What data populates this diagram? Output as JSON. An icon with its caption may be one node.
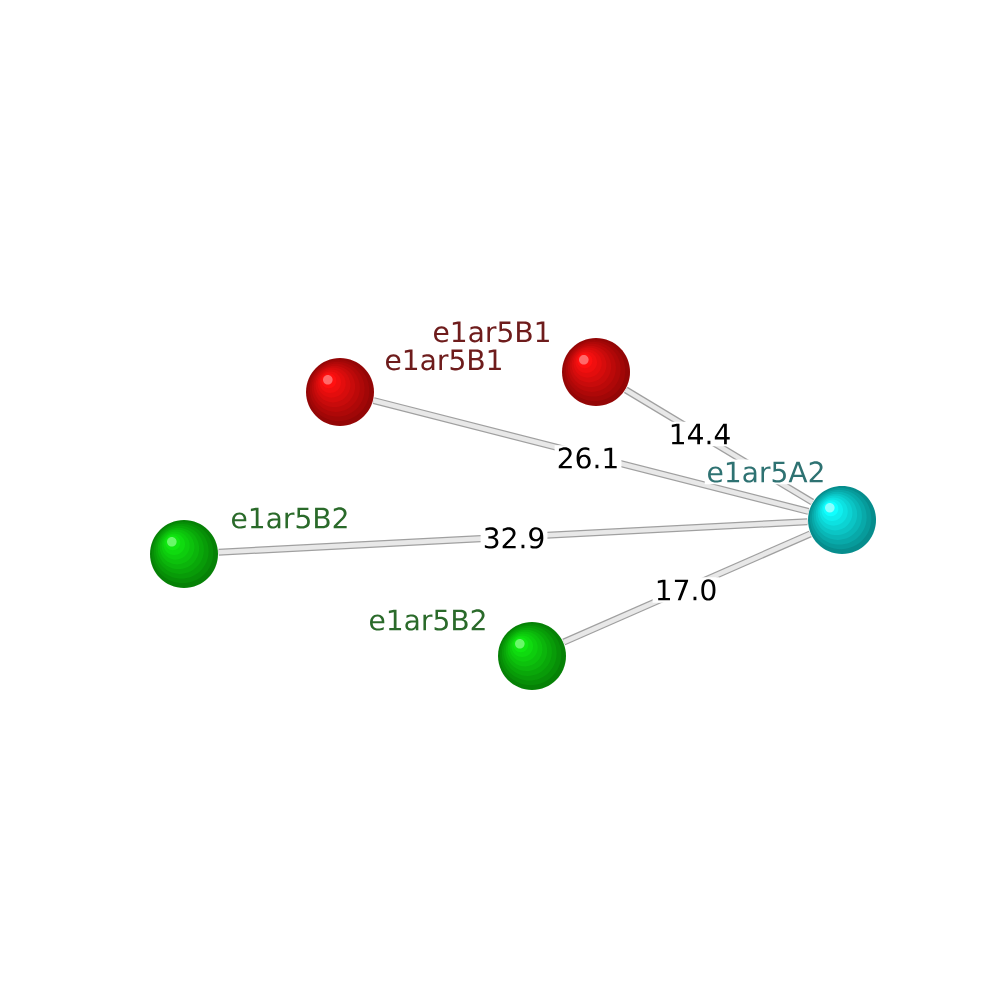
{
  "diagram": {
    "nodes": [
      {
        "text": [],
        "shape": "circle",
        "beside": [
          "e1ar5B1"
        ]
      },
      {
        "text": [],
        "shape": "circle",
        "beside": [
          "e1ar5B1"
        ]
      },
      {
        "text": [],
        "shape": "circle",
        "beside": [
          "e1ar5A2"
        ]
      },
      {
        "text": [],
        "shape": "circle",
        "beside": [
          "e1ar5B2"
        ]
      },
      {
        "text": [],
        "shape": "circle",
        "beside": [
          "e1ar5B2"
        ]
      }
    ],
    "edges": [
      {
        "from": 2,
        "to": 0,
        "arrow": "none",
        "label": "14.4"
      },
      {
        "from": 2,
        "to": 1,
        "arrow": "none",
        "label": "26.1"
      },
      {
        "from": 2,
        "to": 3,
        "arrow": "none",
        "label": "32.9"
      },
      {
        "from": 2,
        "to": 4,
        "arrow": "none",
        "label": "17.0"
      }
    ]
  }
}
